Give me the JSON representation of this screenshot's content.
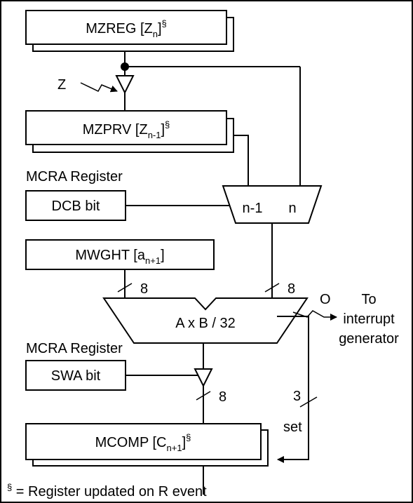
{
  "registers": {
    "mzreg": {
      "main": "MZREG [Z",
      "sub": "n",
      "close": "]",
      "mark": "§"
    },
    "mzprv": {
      "main": "MZPRV [Z",
      "sub": "n-1",
      "close": "]",
      "mark": "§"
    },
    "dcb": "DCB bit",
    "mwght": {
      "main": "MWGHT [a",
      "sub": "n+1",
      "close": "]"
    },
    "swa": "SWA bit",
    "mcomp": {
      "main": "MCOMP [C",
      "sub": "n+1",
      "close": "]",
      "mark": "§"
    }
  },
  "group_labels": {
    "mcra_top": "MCRA Register",
    "mcra_bottom": "MCRA Register"
  },
  "mux": {
    "left_input": "n-1",
    "right_input": "n"
  },
  "multiplier": {
    "label": "A x B / 32"
  },
  "bus_widths": {
    "a_input": "8",
    "b_input": "8",
    "output": "8",
    "feedback": "3"
  },
  "signals": {
    "z": "Z",
    "overflow": "O",
    "set": "set",
    "dest_line1": "To",
    "dest_line2": "interrupt",
    "dest_line3": "generator"
  },
  "footnote": {
    "mark": "§",
    "text": " = Register updated on R event"
  }
}
